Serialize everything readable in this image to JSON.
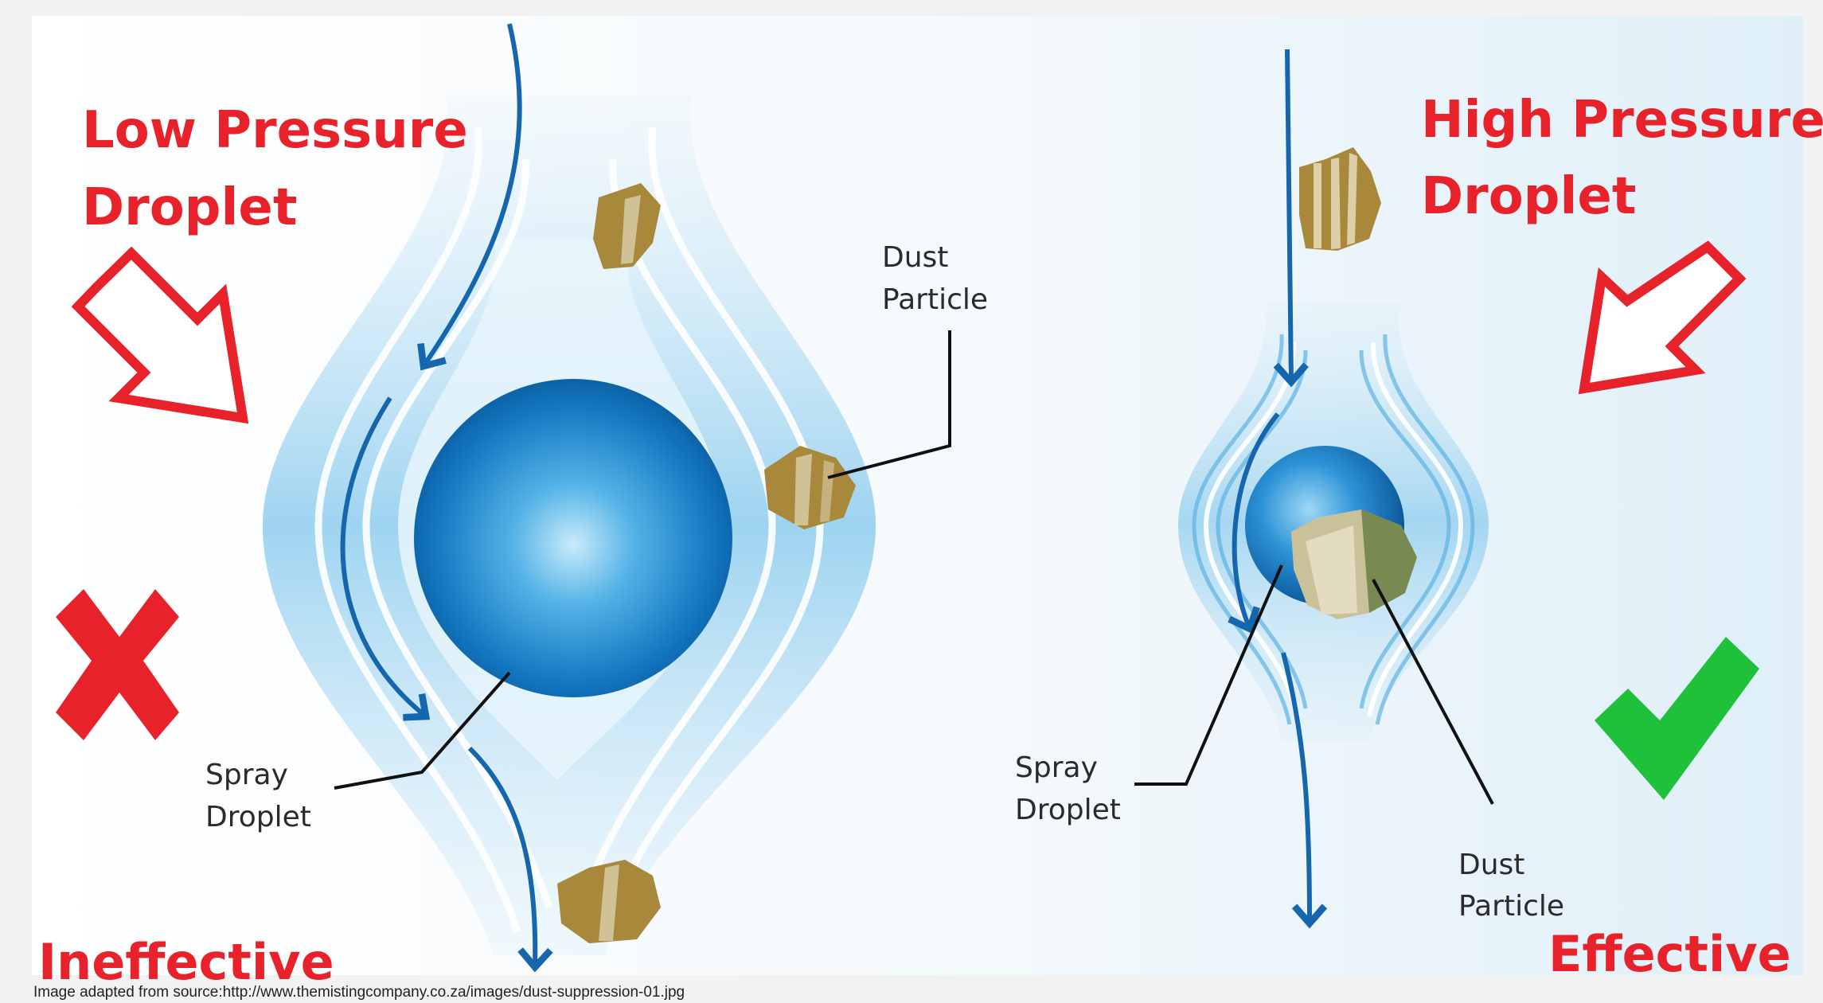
{
  "left_panel": {
    "title_line1": "Low Pressure",
    "title_line2": "Droplet",
    "dust_label_line1": "Dust",
    "dust_label_line2": "Particle",
    "spray_label_line1": "Spray",
    "spray_label_line2": "Droplet",
    "verdict": "Ineffective",
    "verdict_icon": "cross-icon"
  },
  "right_panel": {
    "title_line1": "High Pressure",
    "title_line2": "Droplet",
    "spray_label_line1": "Spray",
    "spray_label_line2": "Droplet",
    "dust_label_line1": "Dust",
    "dust_label_line2": "Particle",
    "verdict": "Effective",
    "verdict_icon": "check-icon"
  },
  "caption": "Image adapted from source:http://www.themistingcompany.co.za/images/dust-suppression-01.jpg",
  "colors": {
    "title_red": "#e8222a",
    "check_green": "#1fc13a",
    "droplet_blue": "#0f6db3",
    "flow_blue": "#8fcdee",
    "dust_brown": "#a8883a"
  }
}
